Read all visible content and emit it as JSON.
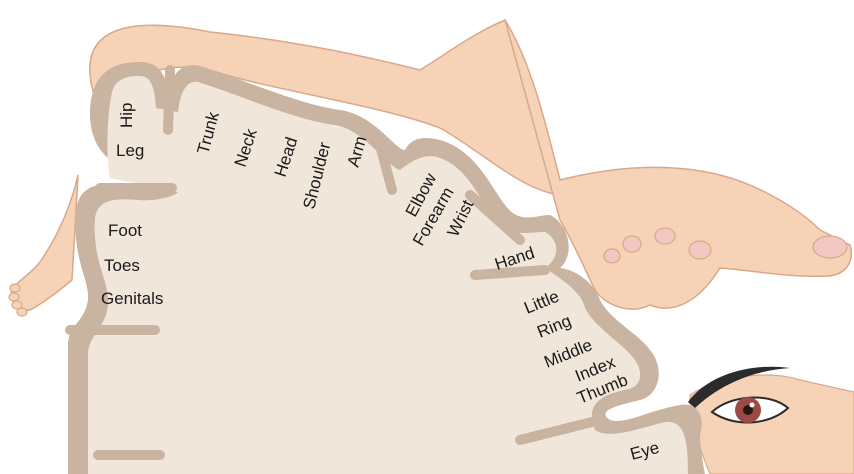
{
  "labels": {
    "hip": "Hip",
    "leg": "Leg",
    "trunk": "Trunk",
    "neck": "Neck",
    "head": "Head",
    "shoulder": "Shoulder",
    "arm": "Arm",
    "elbow": "Elbow",
    "forearm": "Forearm",
    "wrist": "Wrist",
    "hand": "Hand",
    "little": "Little",
    "ring": "Ring",
    "middle": "Middle",
    "index": "Index",
    "thumb": "Thumb",
    "eye": "Eye",
    "foot": "Foot",
    "toes": "Toes",
    "genitals": "Genitals"
  },
  "colors": {
    "skin": "#f6d3b7",
    "skin_outline": "#d9a88a",
    "cortex_band": "#c9b3a1",
    "cortex_fill": "#f1e6da",
    "eyebrow": "#2b2b2b",
    "iris": "#9b4a45"
  }
}
